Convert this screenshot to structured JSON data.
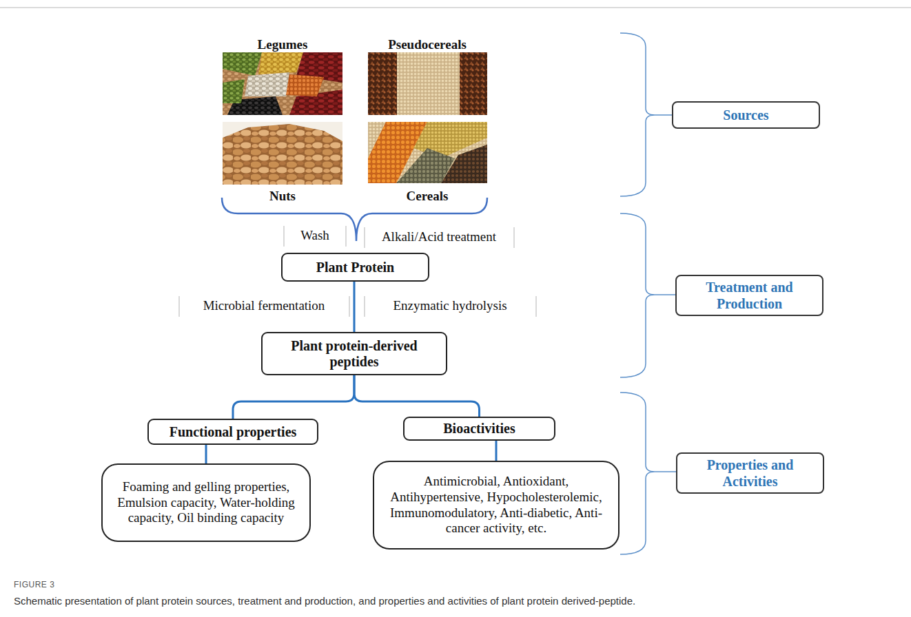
{
  "diagram": {
    "caption": "Schematic presentation of plant protein sources, treatment and production, and properties and activities of plant protein derived-peptide.",
    "nodes": [
      {
        "text": [
          "Plant Protein"
        ]
      },
      {
        "text": [
          "Plant protein-derived peptides"
        ]
      },
      {
        "text": [
          "Functional properties"
        ]
      },
      {
        "text": [
          "Bioactivities"
        ]
      },
      {
        "text": [
          "Foaming and gelling properties, Emulsion capacity, Water-holding capacity, Oil binding capacity"
        ]
      },
      {
        "text": [
          "Antimicrobial, Antioxidant, Antihypertensive, Hypocholesterolemic, Immunomodulatory, Anti-diabetic, Anti-cancer activity, etc."
        ]
      },
      {
        "text": [
          "Sources"
        ]
      },
      {
        "text": [
          "Treatment and Production"
        ]
      },
      {
        "text": [
          "Properties and Activities"
        ]
      }
    ],
    "edges": [
      {
        "from": 0,
        "to": 1,
        "arrow": "none"
      },
      {
        "from": 1,
        "to": 2,
        "arrow": "none"
      },
      {
        "from": 1,
        "to": 3,
        "arrow": "none"
      },
      {
        "from": 2,
        "to": 4,
        "arrow": "none"
      },
      {
        "from": 3,
        "to": 5,
        "arrow": "none"
      }
    ],
    "labels": [
      "Legumes",
      "Pseudocereals",
      "Nuts",
      "Cereals",
      "Wash",
      "Alkali/Acid treatment",
      "Microbial fermentation",
      "Enzymatic hydrolysis",
      "FIGURE 3"
    ]
  }
}
